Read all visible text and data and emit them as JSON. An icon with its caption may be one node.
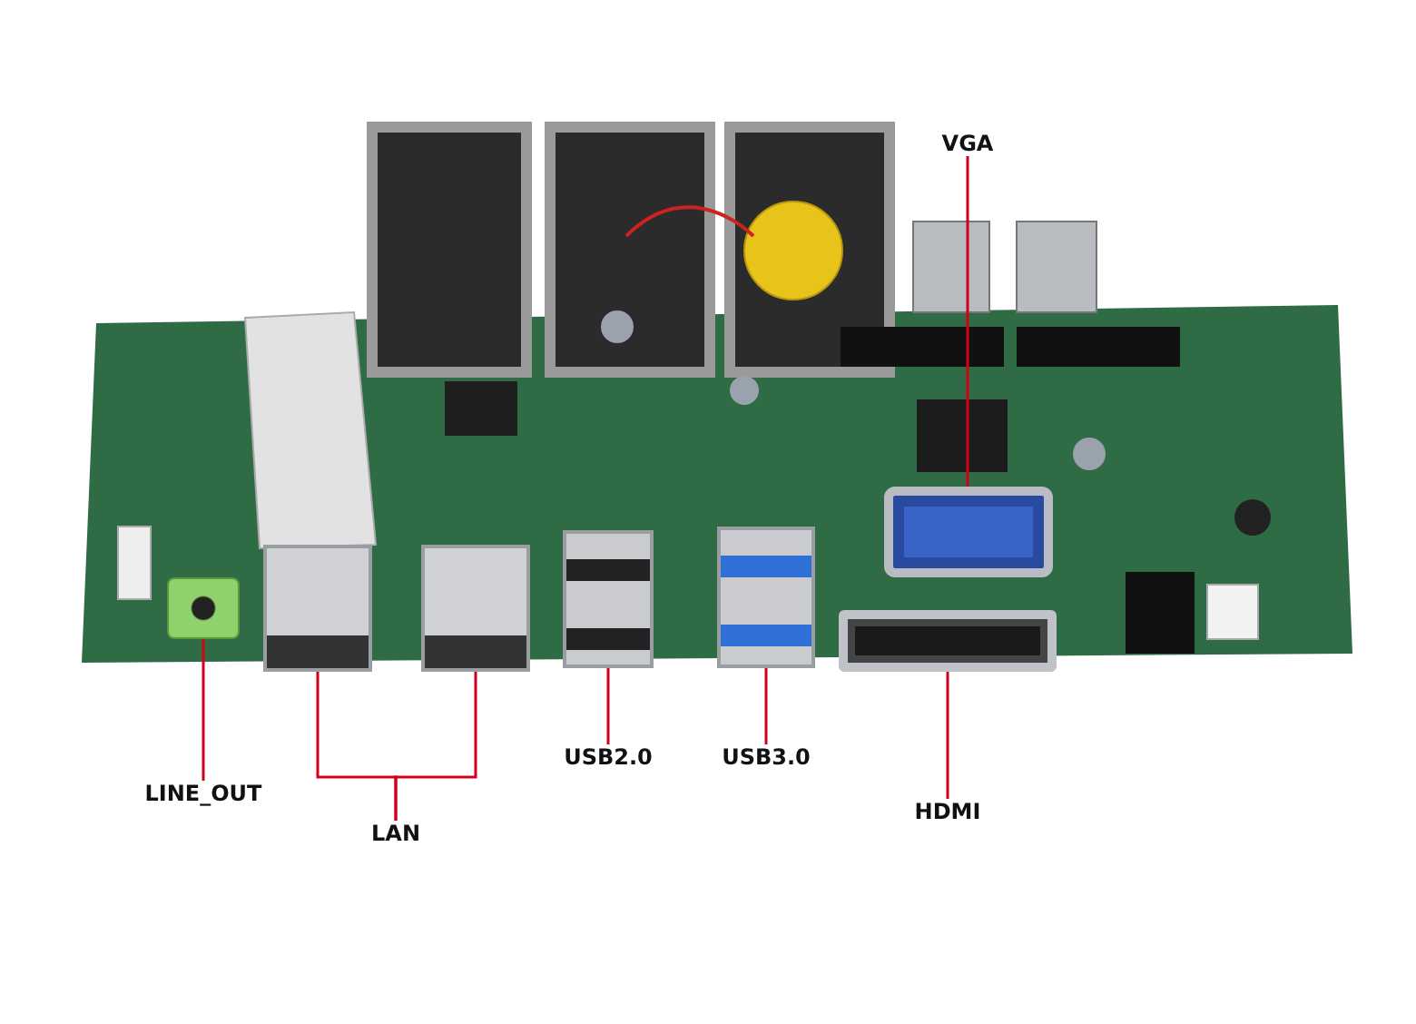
{
  "diagram": {
    "nodes": [
      {
        "text": [
          "VGA"
        ]
      },
      {
        "text": [],
        "shape": "picture"
      },
      {
        "text": [],
        "shape": "box",
        "in": 1
      },
      {
        "text": [],
        "shape": "box",
        "in": 1
      },
      {
        "text": [],
        "shape": "box",
        "in": 1
      },
      {
        "text": [],
        "shape": "box",
        "in": 1
      },
      {
        "text": [],
        "shape": "box",
        "in": 1
      },
      {
        "text": [],
        "shape": "box",
        "in": 1
      },
      {
        "text": [],
        "shape": "box",
        "in": 1
      },
      {
        "text": [
          "LINE_OUT"
        ]
      },
      {
        "text": [
          "USB2.0"
        ]
      },
      {
        "text": [
          "USB3.0"
        ]
      },
      {
        "text": [
          "HDMI"
        ]
      },
      {
        "text": [
          "LAN"
        ]
      }
    ],
    "edges": [
      {
        "from": 0,
        "to": 2,
        "arrow": "none"
      },
      {
        "from": 9,
        "to": 3,
        "arrow": "none"
      },
      {
        "from": 13,
        "to": 4,
        "arrow": "none"
      },
      {
        "from": 13,
        "to": 5,
        "arrow": "none"
      },
      {
        "from": 10,
        "to": 6,
        "arrow": "none"
      },
      {
        "from": 11,
        "to": 7,
        "arrow": "none"
      },
      {
        "from": 12,
        "to": 8,
        "arrow": "none"
      }
    ]
  }
}
